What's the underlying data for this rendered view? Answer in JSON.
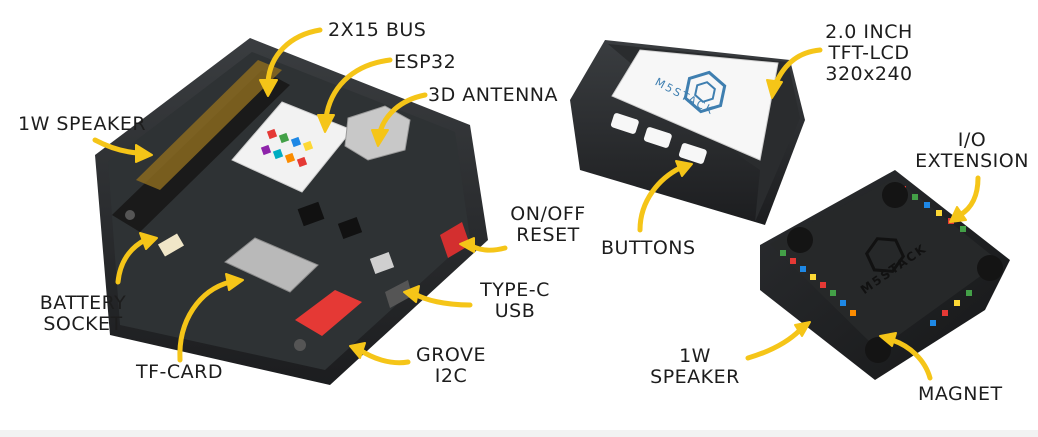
{
  "labels": {
    "bus": "2X15 BUS",
    "esp32": "ESP32",
    "antenna": "3D ANTENNA",
    "speaker_left": "1W SPEAKER",
    "on_off_1": "ON/OFF",
    "on_off_2": "RESET",
    "battery_1": "BATTERY",
    "battery_2": "SOCKET",
    "typec_1": "TYPE-C",
    "typec_2": "USB",
    "tfcard": "TF-CARD",
    "grove_1": "GROVE",
    "grove_2": "I2C",
    "lcd_1": "2.0 INCH",
    "lcd_2": "TFT-LCD",
    "lcd_3": "320x240",
    "buttons": "BUTTONS",
    "io_1": "I/O",
    "io_2": "EXTENSION",
    "speaker_right_1": "1W",
    "speaker_right_2": "SPEAKER",
    "magnet": "MAGNET"
  },
  "screen_logo": "M5STACK",
  "bottom_logo": "M5STACK",
  "colors": {
    "arrow": "#f5c518",
    "case": "#2a2c2e",
    "board": "#2e3234",
    "screen": "#f7f7f7",
    "logo": "#3f7fb0",
    "grove": "#e53935",
    "onoff": "#d32f2f"
  }
}
